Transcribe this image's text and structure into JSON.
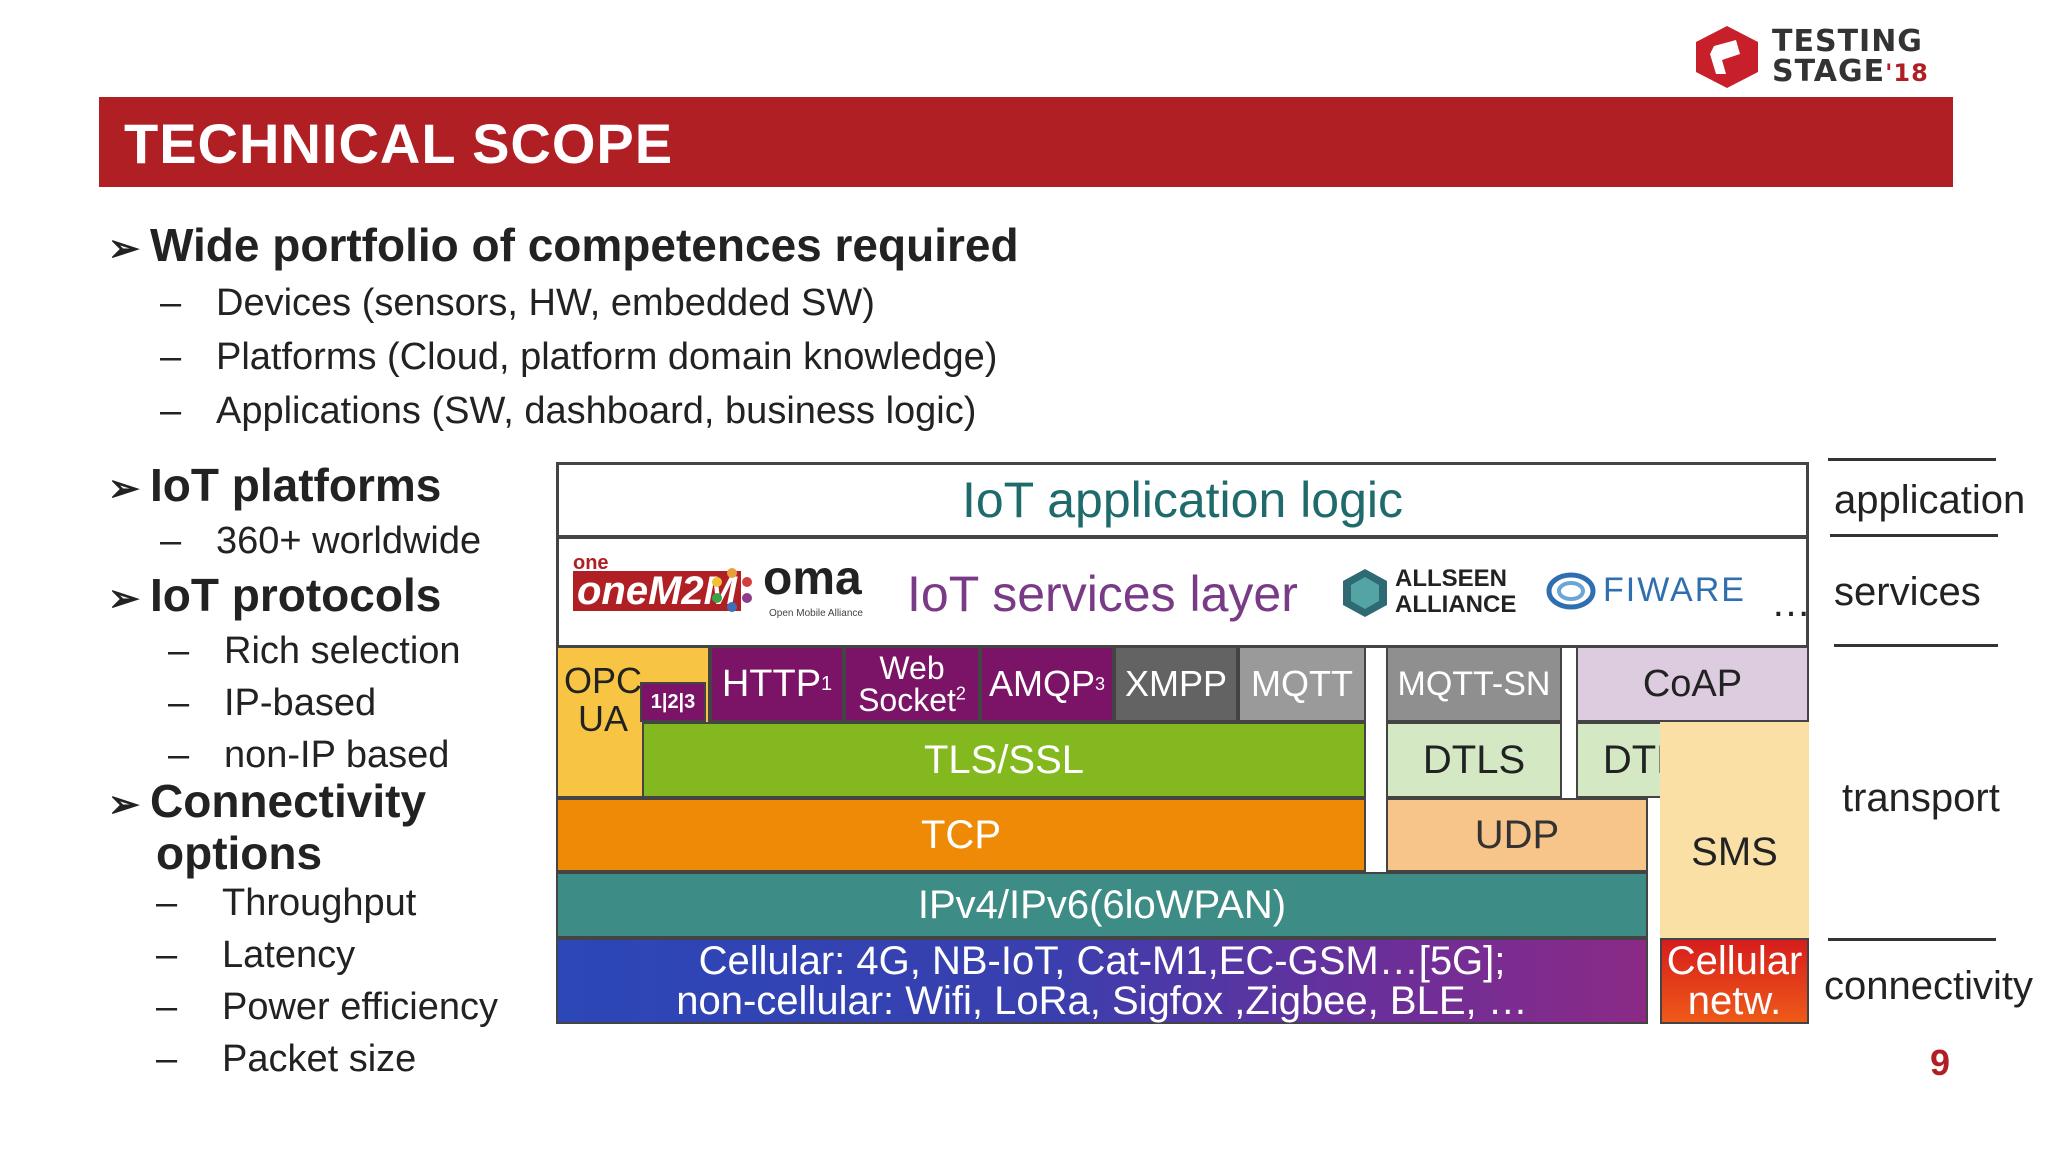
{
  "slide": {
    "title": "TECHNICAL  SCOPE",
    "page_number": "9",
    "logo": {
      "line1": "TESTING",
      "line2": "STAGE",
      "year": "'18",
      "icon": "testing-stage-logo-icon",
      "brand_color": "#b01f24"
    }
  },
  "bullets": {
    "portfolio": {
      "heading": "Wide portfolio of competences required",
      "items": [
        "Devices (sensors, HW, embedded  SW)",
        "Platforms  (Cloud,  platform  domain  knowledge)",
        "Applications  (SW, dashboard,  business  logic)"
      ]
    },
    "platforms": {
      "heading": "IoT platforms",
      "items": [
        "360+ worldwide"
      ]
    },
    "protocols": {
      "heading": "IoT protocols",
      "items": [
        "Rich selection",
        "IP-based",
        "non-IP  based"
      ]
    },
    "connectivity": {
      "heading_line1": "Connectivity",
      "heading_line2": "options",
      "items": [
        "Throughput",
        "Latency",
        "Power efficiency",
        "Packet size"
      ]
    },
    "dash": "–",
    "arrow": "➢"
  },
  "diagram": {
    "app_logic": "IoT application logic",
    "services_layer": "IoT services layer",
    "ellipsis": "…",
    "logos": {
      "onem2m": "oneM2M",
      "oma": "oma",
      "oma_sub": "Open Mobile Alliance",
      "allseen_1": "ALLSEEN",
      "allseen_2": "ALLIANCE",
      "fiware": "FIWARE"
    },
    "protocols": {
      "opc_line1": "OPC",
      "opc_line2": "UA",
      "opc_badge": "1|2|3",
      "http": "HTTP",
      "http_sup": "1",
      "websocket_line1": "Web",
      "websocket_line2": "Socket",
      "websocket_sup": "2",
      "amqp": "AMQP",
      "amqp_sup": "3",
      "xmpp": "XMPP",
      "mqtt": "MQTT",
      "mqtt_sn": "MQTT-SN",
      "coap": "CoAP"
    },
    "tls": "TLS/SSL",
    "dtls_1": "DTLS",
    "dtls_2": "DTLS",
    "tcp": "TCP",
    "udp": "UDP",
    "sms": "SMS",
    "ip": "IPv4/IPv6(6loWPAN)",
    "cellular_line1": "Cellular: 4G, NB-IoT,  Cat-M1,EC-GSM…[5G];",
    "cellular_line2": "non-cellular: Wifi, LoRa, Sigfox ,Zigbee, BLE, …",
    "cellular_netw_line1": "Cellular",
    "cellular_netw_line2": "netw.",
    "layers": {
      "application": "application",
      "services": "services",
      "transport": "transport",
      "connectivity": "connectivity"
    }
  }
}
